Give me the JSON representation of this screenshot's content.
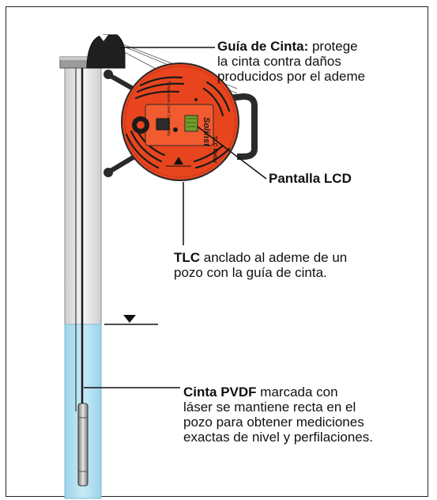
{
  "colors": {
    "meter_red": "#e8451e",
    "water_blue": "#a9dcef",
    "pipe_gray": "#b9b9b9",
    "lcd_green": "#6f9e2a",
    "reel_dark": "#2a2a2a"
  },
  "icons": [
    "water-level-triangle-icon",
    "lcd-screen-icon"
  ],
  "callouts": {
    "tape_guide": {
      "title": "Guía de Cinta:",
      "line1_rest": " protege",
      "line2": "la cinta contra daños",
      "line3": "producidos por el ademe"
    },
    "lcd": {
      "label": "Pantalla LCD"
    },
    "tlc": {
      "title": "TLC",
      "line1_rest": " anclado al ademe de un",
      "line2": "pozo con la guía de cinta."
    },
    "tape": {
      "title": "Cinta PVDF",
      "line1_rest": " marcada con",
      "line2": "láser se mantiene recta en el",
      "line3": "pozo para obtener mediciones",
      "line4": "exactas de nivel y perfilaciones."
    }
  },
  "meter": {
    "brand": "Solinst",
    "model": "TLC Meter",
    "face_label": "Temperature Level Conductivity"
  }
}
